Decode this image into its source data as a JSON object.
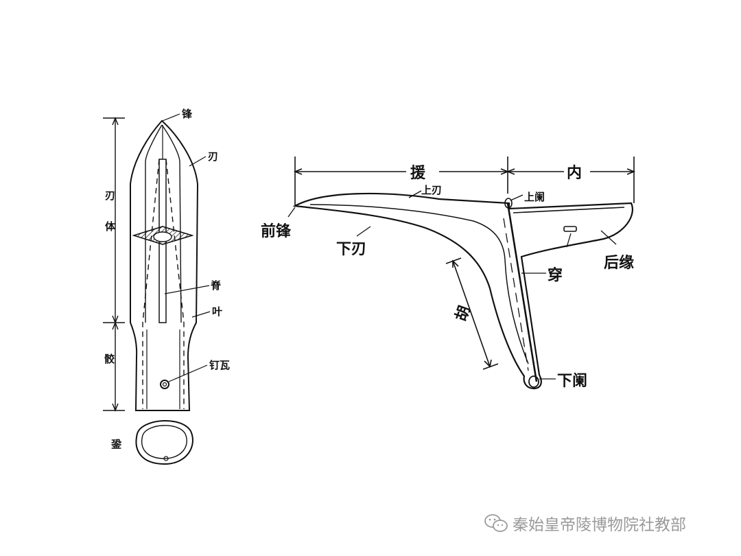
{
  "spearhead": {
    "tip": "锋",
    "blade": "刃",
    "blade_body_1": "刃",
    "blade_body_2": "体",
    "spine": "脊",
    "leaf": "叶",
    "socket": "骹",
    "nail_hole": "钉瓦",
    "socket_mouth": "銎"
  },
  "ge": {
    "yuan": "援",
    "nei": "内",
    "upper_blade": "上刃",
    "upper_lan": "上阑",
    "front_tip": "前锋",
    "lower_blade": "下刃",
    "rear_edge": "后缘",
    "chuan": "穿",
    "hu": "胡",
    "lower_lan": "下阑"
  },
  "watermark": {
    "text": "秦始皇帝陵博物院社教部"
  }
}
